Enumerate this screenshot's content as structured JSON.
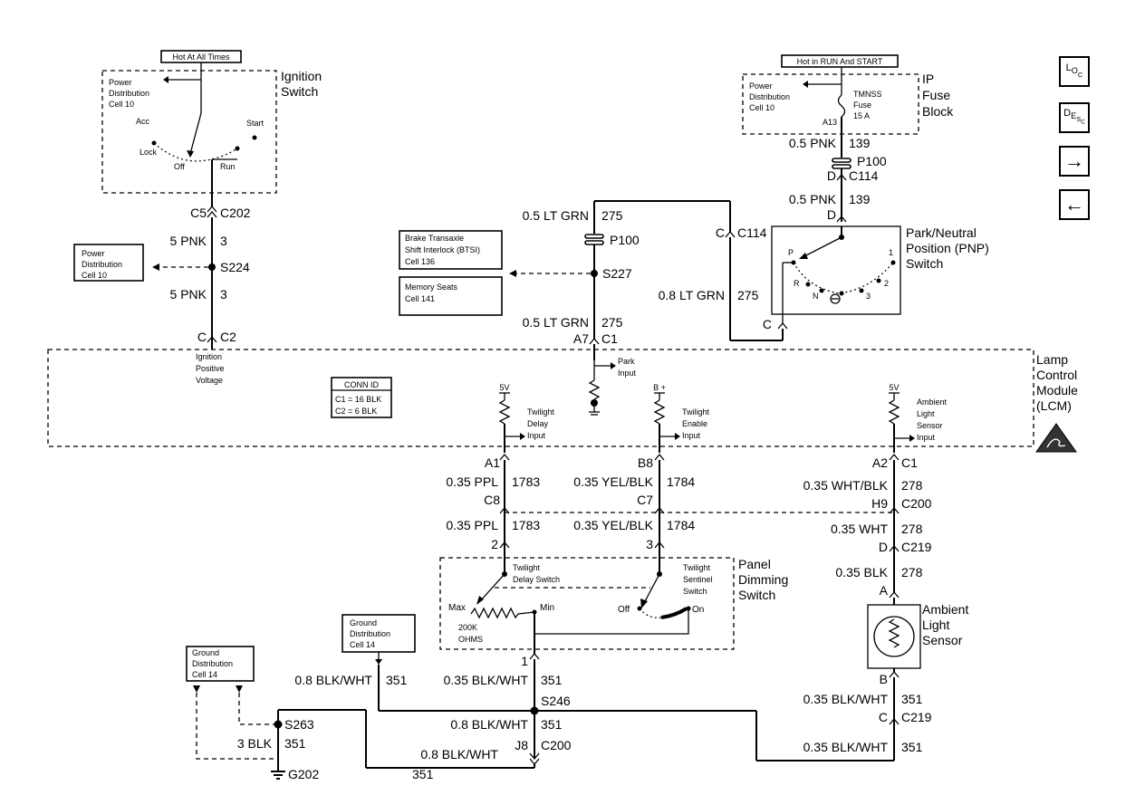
{
  "ignition": {
    "hot_label": "Hot At All Times",
    "title_1": "Ignition",
    "title_2": "Switch",
    "pd_1": "Power",
    "pd_2": "Distribution",
    "pd_3": "Cell 10",
    "acc": "Acc",
    "lock": "Lock",
    "off": "Off",
    "run": "Run",
    "start": "Start"
  },
  "left_chain": {
    "c5": "C5",
    "c202": "C202",
    "wire1": "5 PNK",
    "circ1": "3",
    "s224": "S224",
    "wire2": "5 PNK",
    "circ2": "3",
    "c": "C",
    "c2": "C2",
    "pd_1": "Power",
    "pd_2": "Distribution",
    "pd_3": "Cell 10"
  },
  "center_chain": {
    "wire1": "0.5 LT GRN",
    "circ1": "275",
    "p100": "P100",
    "s227": "S227",
    "wire2": "0.5 LT GRN",
    "circ2": "275",
    "a7": "A7",
    "c1": "C1",
    "btsi_1": "Brake Transaxle",
    "btsi_2": "Shift Interlock (BTSI)",
    "btsi_3": "Cell 136",
    "mem_1": "Memory Seats",
    "mem_2": "Cell 141",
    "c": "C",
    "c114": "C114",
    "wire3": "0.8 LT GRN",
    "circ3": "275"
  },
  "ip_fuse": {
    "hot_label": "Hot in RUN And START",
    "title_1": "IP",
    "title_2": "Fuse",
    "title_3": "Block",
    "pd_1": "Power",
    "pd_2": "Distribution",
    "pd_3": "Cell 10",
    "fuse_1": "TMNSS",
    "fuse_2": "Fuse",
    "fuse_3": "15 A",
    "a13": "A13",
    "wire1": "0.5 PNK",
    "circ1": "139",
    "p100": "P100",
    "d1": "D",
    "c114": "C114",
    "wire2": "0.5 PNK",
    "circ2": "139",
    "d2": "D"
  },
  "pnp": {
    "title_1": "Park/Neutral",
    "title_2": "Position (PNP)",
    "title_3": "Switch",
    "p": "P",
    "r": "R",
    "n": "N",
    "three": "3",
    "two": "2",
    "one": "1",
    "c": "C"
  },
  "lcm": {
    "title_1": "Lamp",
    "title_2": "Control",
    "title_3": "Module",
    "title_4": "(LCM)",
    "ign_1": "Ignition",
    "ign_2": "Positive",
    "ign_3": "Voltage",
    "conn_id": "CONN ID",
    "conn_c1": "C1 = 16 BLK",
    "conn_c2": "C2 = 6 BLK",
    "park_1": "Park",
    "park_2": "Input",
    "v5a": "5V",
    "td_1": "Twilight",
    "td_2": "Delay",
    "td_3": "Input",
    "bplus": "B +",
    "te_1": "Twilight",
    "te_2": "Enable",
    "te_3": "Input",
    "v5b": "5V",
    "al_1": "Ambient",
    "al_2": "Light",
    "al_3": "Sensor",
    "al_4": "Input"
  },
  "lower": {
    "a1": "A1",
    "b8": "B8",
    "a2": "A2",
    "c1": "C1",
    "w_ppl": "0.35 PPL",
    "c_1783": "1783",
    "w_yel": "0.35 YEL/BLK",
    "c_1784": "1784",
    "w_whtblk": "0.35 WHT/BLK",
    "c_278a": "278",
    "c8": "C8",
    "c7": "C7",
    "h9": "H9",
    "c200": "C200",
    "w_ppl2": "0.35 PPL",
    "c_1783b": "1783",
    "w_yel2": "0.35 YEL/BLK",
    "c_1784b": "1784",
    "w_wht": "0.35 WHT",
    "c_278b": "278",
    "two": "2",
    "three": "3",
    "d": "D",
    "c219": "C219",
    "w_blk": "0.35 BLK",
    "c_278c": "278",
    "a": "A"
  },
  "panel": {
    "title_1": "Panel",
    "title_2": "Dimming",
    "title_3": "Switch",
    "tds_1": "Twilight",
    "tds_2": "Delay Switch",
    "tss_1": "Twilight",
    "tss_2": "Sentinel",
    "tss_3": "Switch",
    "max": "Max",
    "min": "Min",
    "ohms_1": "200K",
    "ohms_2": "OHMS",
    "off": "Off",
    "on": "On",
    "one": "1"
  },
  "sensor": {
    "title_1": "Ambient",
    "title_2": "Light",
    "title_3": "Sensor",
    "b": "B",
    "w1": "0.35 BLK/WHT",
    "c1": "351",
    "c": "C",
    "c219": "C219",
    "w2": "0.35 BLK/WHT",
    "c2": "351"
  },
  "ground": {
    "gd_1": "Ground",
    "gd_2": "Distribution",
    "gd_3": "Cell 14",
    "gd2_1": "Ground",
    "gd2_2": "Distribution",
    "gd2_3": "Cell 14",
    "w_08a": "0.8 BLK/WHT",
    "c_351a": "351",
    "w_035": "0.35 BLK/WHT",
    "c_351b": "351",
    "s246": "S246",
    "w_08b": "0.8 BLK/WHT",
    "c_351c": "351",
    "j8": "J8",
    "c200": "C200",
    "w_08c": "0.8 BLK/WHT",
    "c_351d": "351",
    "s263": "S263",
    "w_3blk": "3 BLK",
    "c_351e": "351",
    "g202": "G202"
  },
  "nav": {
    "loc_a": "L",
    "loc_b": "O",
    "loc_c": "C",
    "desc_a": "D",
    "desc_b": "E",
    "desc_c": "S",
    "desc_d": "C",
    "next": "→",
    "prev": "←"
  }
}
